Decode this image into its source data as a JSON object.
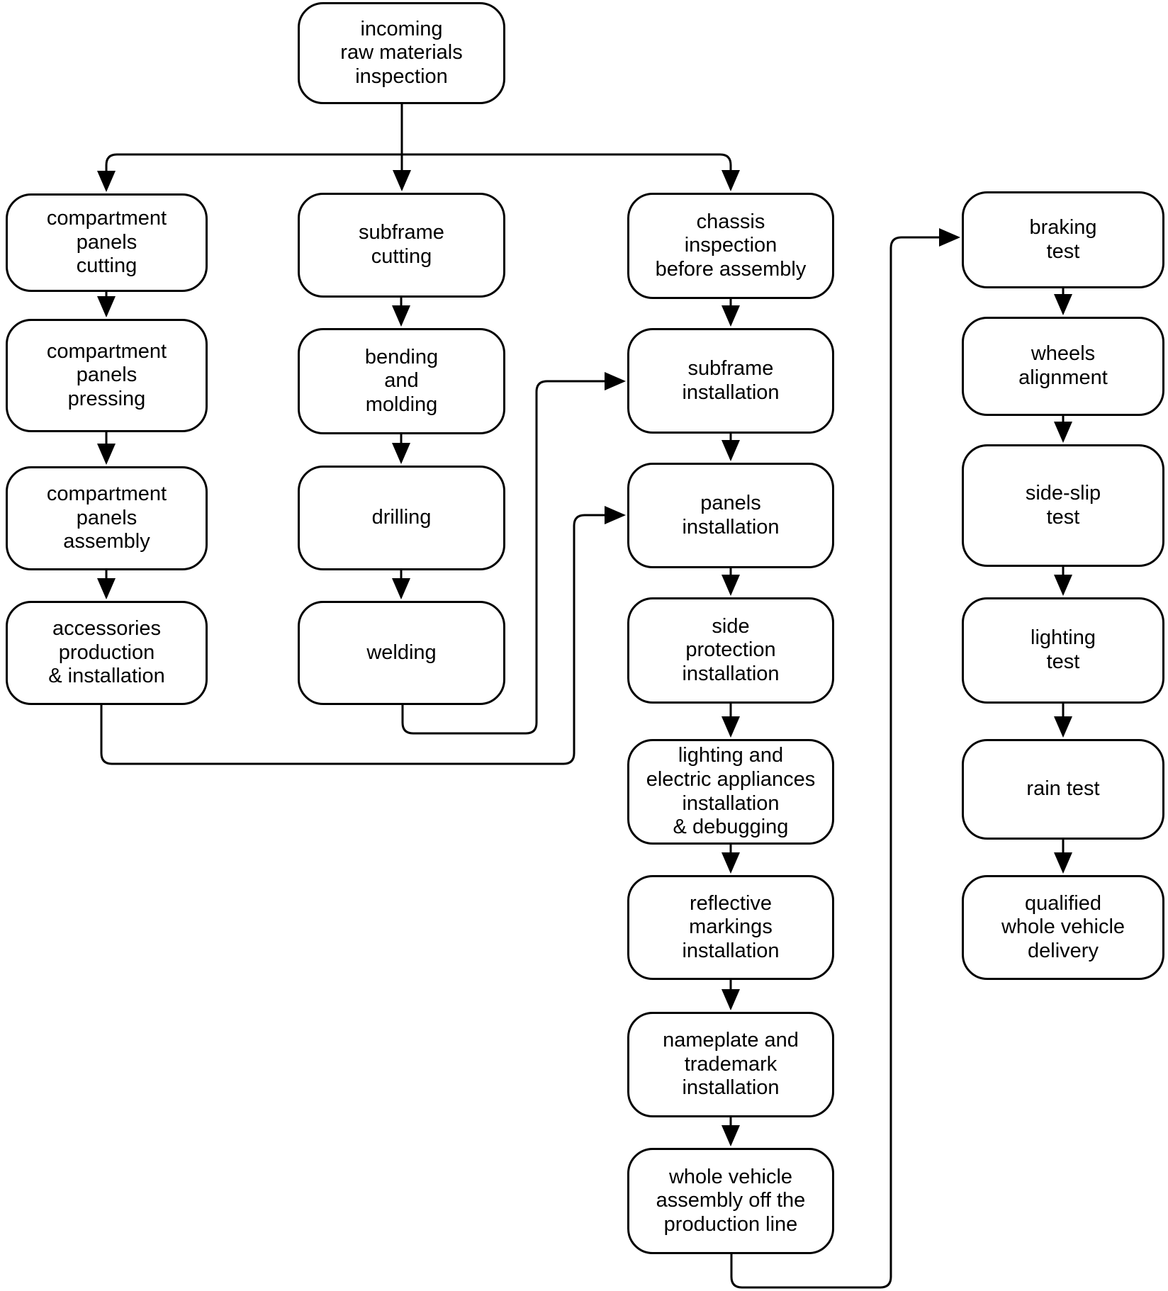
{
  "diagram_kind": "flowchart",
  "colors": {
    "background": "#ffffff",
    "box_fill": "#ffffff",
    "box_border": "#000000",
    "connector": "#000000",
    "text": "#000000"
  },
  "nodes": [
    {
      "id": "incoming-raw-materials-inspection",
      "label": "incoming\nraw materials\ninspection"
    },
    {
      "id": "compartment-panels-cutting",
      "label": "compartment\npanels\ncutting"
    },
    {
      "id": "compartment-panels-pressing",
      "label": "compartment\npanels\npressing"
    },
    {
      "id": "compartment-panels-assembly",
      "label": "compartment\npanels\nassembly"
    },
    {
      "id": "accessories-production-installation",
      "label": "accessories\nproduction\n& installation"
    },
    {
      "id": "subframe-cutting",
      "label": "subframe\ncutting"
    },
    {
      "id": "bending-and-molding",
      "label": "bending\nand\nmolding"
    },
    {
      "id": "drilling",
      "label": "drilling"
    },
    {
      "id": "welding",
      "label": "welding"
    },
    {
      "id": "chassis-inspection-before-assembly",
      "label": "chassis\ninspection\nbefore assembly"
    },
    {
      "id": "subframe-installation",
      "label": "subframe\ninstallation"
    },
    {
      "id": "panels-installation",
      "label": "panels\ninstallation"
    },
    {
      "id": "side-protection-installation",
      "label": "side\nprotection\ninstallation"
    },
    {
      "id": "lighting-electric-appliances",
      "label": "lighting and\nelectric appliances\ninstallation\n& debugging"
    },
    {
      "id": "reflective-markings-installation",
      "label": "reflective\nmarkings\ninstallation"
    },
    {
      "id": "nameplate-trademark-installation",
      "label": "nameplate and\ntrademark\ninstallation"
    },
    {
      "id": "whole-vehicle-assembly-off-line",
      "label": "whole vehicle\nassembly off the\nproduction line"
    },
    {
      "id": "braking-test",
      "label": "braking\ntest"
    },
    {
      "id": "wheels-alignment",
      "label": "wheels\nalignment"
    },
    {
      "id": "side-slip-test",
      "label": "side-slip\ntest"
    },
    {
      "id": "lighting-test",
      "label": "lighting\ntest"
    },
    {
      "id": "rain-test",
      "label": "rain test"
    },
    {
      "id": "qualified-whole-vehicle-delivery",
      "label": "qualified\nwhole vehicle\ndelivery"
    }
  ]
}
